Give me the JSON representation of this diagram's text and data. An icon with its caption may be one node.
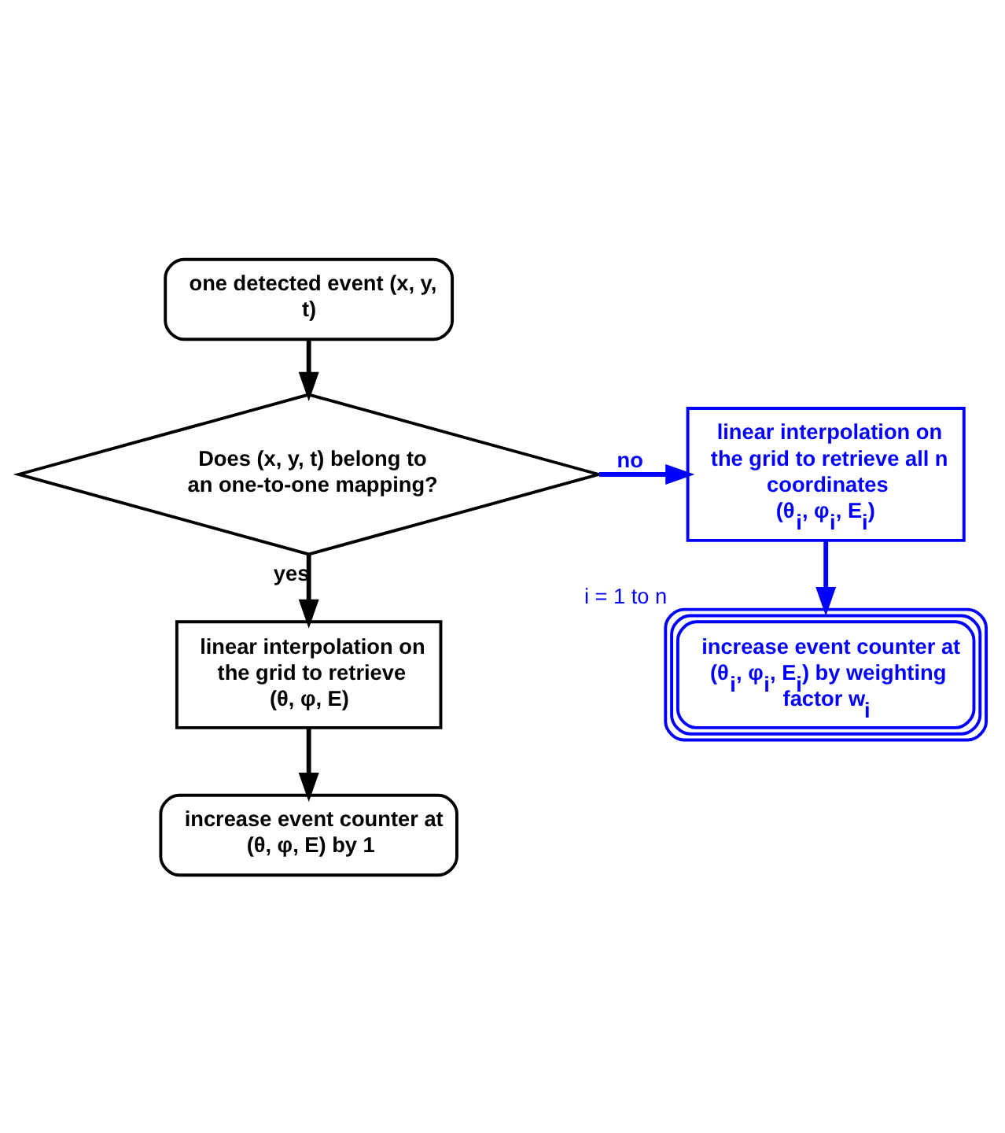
{
  "diagram": {
    "nodes": [
      {
        "text": [
          "one detected event (x, y, t)"
        ]
      },
      {
        "text": [
          "Does (x, y, t) belong to an one-to-one mapping?"
        ]
      },
      {
        "text": [
          "linear interpolation on the grid to retrieve all n coordinates",
          "(θ$_{i}$, φ$_{i}$, E$_{i}$)"
        ]
      },
      {
        "text": [
          "linear interpolation on the grid to retrieve",
          "(θ, φ, E)"
        ]
      },
      {
        "text": [
          "increase event counter at (θ$_{i}$, φ$_{i}$, E$_{i}$) by weighting factor w$_{i}$"
        ],
        "beside": [
          "i = 1 to n"
        ]
      },
      {
        "text": [
          "increase event counter at (θ, φ, E) by 1"
        ]
      }
    ],
    "edges": [
      {
        "from": 0,
        "to": 1,
        "arrow": "to"
      },
      {
        "from": 1,
        "to": 2,
        "arrow": "to",
        "label": "no",
        "color": "#0000ff"
      },
      {
        "from": 1,
        "to": 3,
        "arrow": "to",
        "label": "yes"
      },
      {
        "from": 2,
        "to": 4,
        "arrow": "to",
        "color": "#0000ff"
      },
      {
        "from": 3,
        "to": 5,
        "arrow": "to"
      }
    ]
  }
}
